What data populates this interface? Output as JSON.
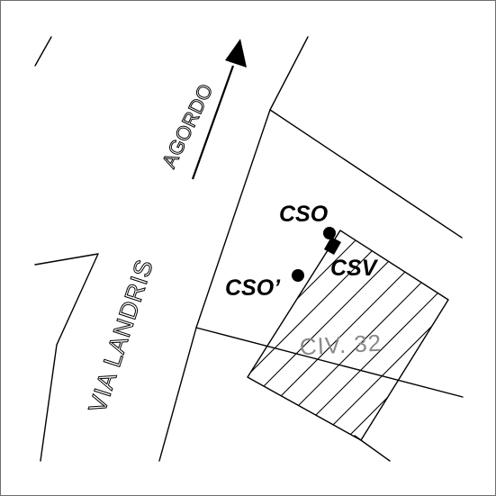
{
  "map": {
    "streets": {
      "via_landris": "VIA LANDRIS",
      "agordo": "AGORDO"
    },
    "parcel": {
      "label": "CIV. 32",
      "hatched": true
    },
    "points": {
      "cso": "CSO",
      "cso_prime": "CSO’",
      "csv": "CSV"
    },
    "direction": {
      "arrow_icon": "north-arrow-icon",
      "meaning": "toward AGORDO"
    },
    "colors": {
      "lines": "#000000",
      "parcel_label": "#8a8a8a",
      "background": "#ffffff",
      "frame": "#6f6f6f"
    }
  }
}
